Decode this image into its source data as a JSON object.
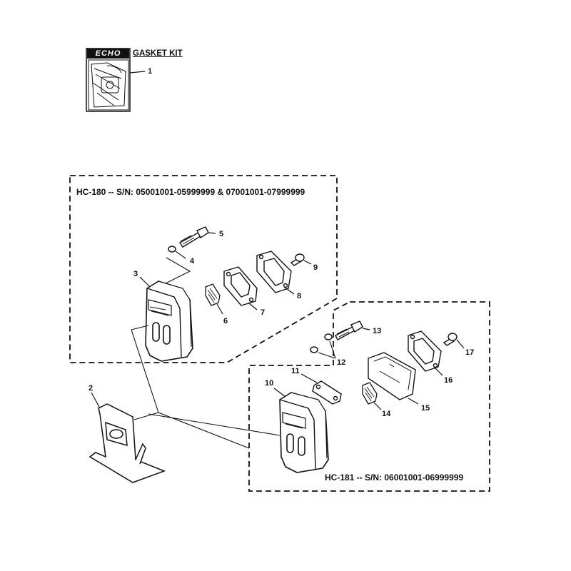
{
  "kit": {
    "brand": "ECHO",
    "title": "GASKET KIT"
  },
  "groups": {
    "hc180_header": "HC-180 -- S/N: 05001001-05999999 & 07001001-07999999",
    "hc181_header": "HC-181 -- S/N: 06001001-06999999"
  },
  "callouts": {
    "p1": "1",
    "p2": "2",
    "p3": "3",
    "p4": "4",
    "p5": "5",
    "p6": "6",
    "p7": "7",
    "p8": "8",
    "p9": "9",
    "p10": "10",
    "p11": "11",
    "p12": "12",
    "p13": "13",
    "p14": "14",
    "p15": "15",
    "p16": "16",
    "p17": "17"
  },
  "colors": {
    "ink": "#111111",
    "paper": "#ffffff"
  }
}
